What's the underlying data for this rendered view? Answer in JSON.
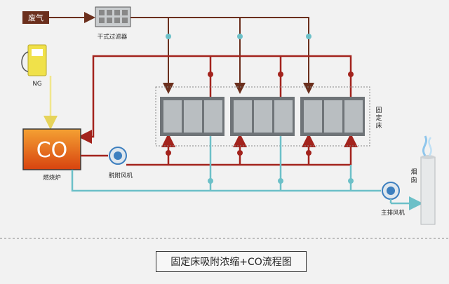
{
  "labels": {
    "waste_gas": "废气",
    "dry_filter": "干式过滤器",
    "ng": "NG",
    "co": "CO",
    "furnace": "燃烧炉",
    "desorption_fan": "脱附风机",
    "fixed_bed": "固定床",
    "chimney": "烟囱",
    "main_fan": "主排风机",
    "caption": "固定床吸附浓缩+CO流程图"
  },
  "colors": {
    "exhaust_line": "#6b2f1d",
    "hot_line": "#a3231d",
    "clean_line": "#6cc0c8",
    "gas_line": "#f0e68c",
    "co_box_top": "#f08a1c",
    "co_box_bottom": "#d84a10",
    "bed_panel": "#b9bec1",
    "bed_frame": "#6f7478"
  },
  "icons": [
    "gas-pump-icon",
    "fan-icon",
    "valve-icon",
    "chimney-icon",
    "filter-icon"
  ]
}
